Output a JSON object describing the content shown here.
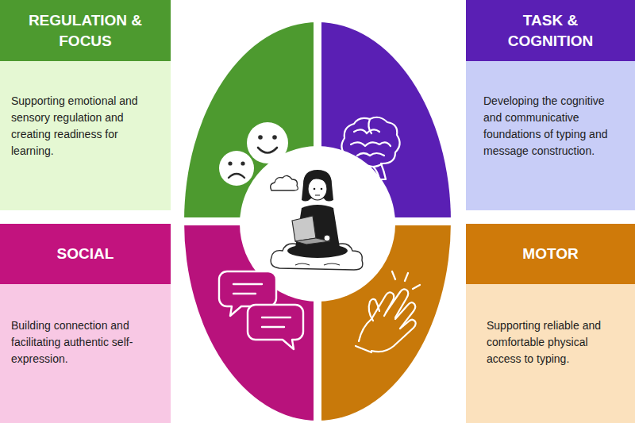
{
  "diagram": {
    "nodes": [
      {
        "text": [
          "REGULATION & FOCUS",
          "Supporting emotional and sensory regulation and creating readiness for learning."
        ]
      },
      {
        "text": [
          "TASK & COGNITION",
          "Developing the cognitive and communicative foundations of typing and message construction."
        ]
      },
      {
        "text": [
          "SOCIAL",
          "Building connection and facilitating authentic self-expression."
        ]
      },
      {
        "text": [
          "MOTOR",
          "Supporting reliable and comfortable physical access to typing."
        ]
      }
    ]
  }
}
